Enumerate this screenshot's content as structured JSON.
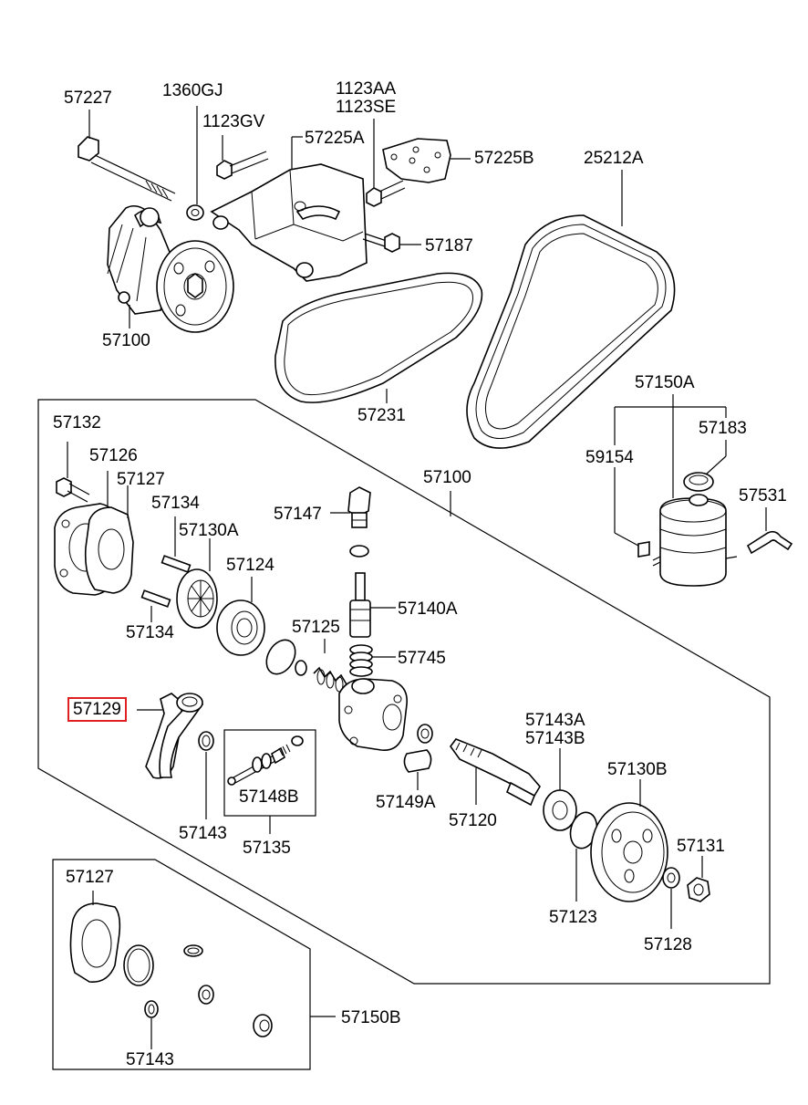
{
  "labels": {
    "p57227": "57227",
    "p1360GJ": "1360GJ",
    "p1123GV": "1123GV",
    "p57225A": "57225A",
    "p1123AA": "1123AA",
    "p1123SE": "1123SE",
    "p57225B": "57225B",
    "p25212A": "25212A",
    "p57187": "57187",
    "p57100_top": "57100",
    "p57231": "57231",
    "p57150A": "57150A",
    "p57183": "57183",
    "p59154": "59154",
    "p57531": "57531",
    "p57132": "57132",
    "p57126": "57126",
    "p57127_a": "57127",
    "p57134_a": "57134",
    "p57130A": "57130A",
    "p57124": "57124",
    "p57134_b": "57134",
    "p57147": "57147",
    "p57100_box": "57100",
    "p57140A": "57140A",
    "p57125": "57125",
    "p57745": "57745",
    "p57129": "57129",
    "p57148B": "57148B",
    "p57143_a": "57143",
    "p57135": "57135",
    "p57149A": "57149A",
    "p57143A": "57143A",
    "p57143B": "57143B",
    "p57120": "57120",
    "p57130B": "57130B",
    "p57131": "57131",
    "p57123": "57123",
    "p57128": "57128",
    "p57127_b": "57127",
    "p57150B": "57150B",
    "p57143_b": "57143"
  },
  "highlight": {
    "part": "57129",
    "color": "#e02020"
  }
}
